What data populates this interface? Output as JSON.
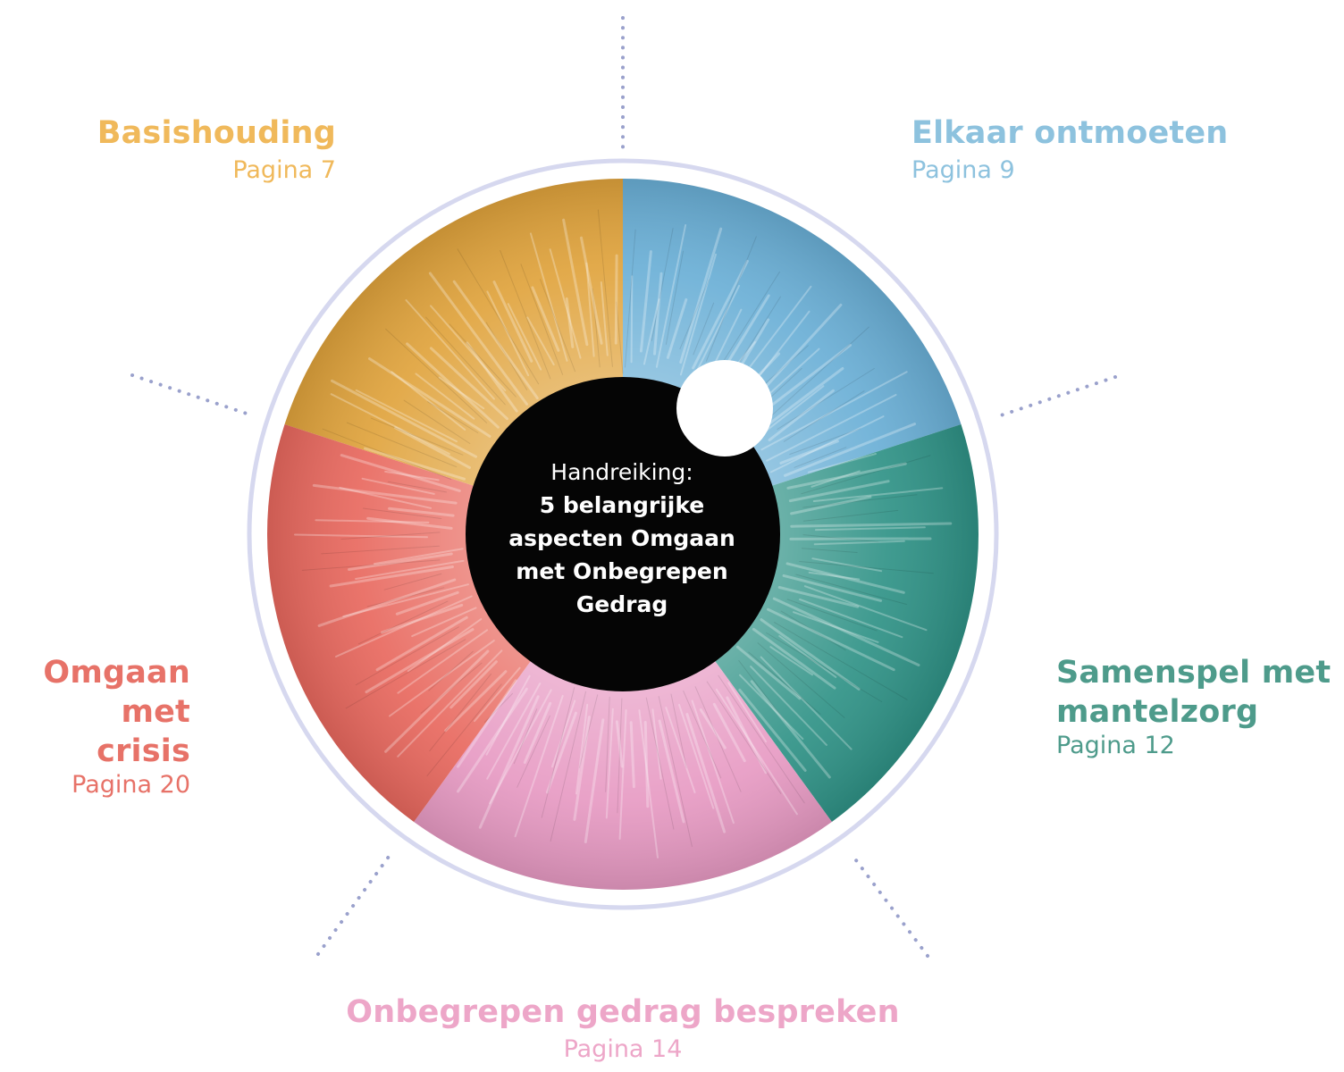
{
  "center": {
    "title": "Handreiking:",
    "subtitle": "5 belangrijke aspecten Omgaan met Onbegrepen Gedrag"
  },
  "segments": [
    {
      "id": "basishouding",
      "title": "Basishouding",
      "page": "Pagina 7",
      "color": "#F0B95B",
      "fill": "#E0A33C"
    },
    {
      "id": "elkaar-ontmoeten",
      "title": "Elkaar ontmoeten",
      "page": "Pagina 9",
      "color": "#8DC2DE",
      "fill": "#6AAFD6"
    },
    {
      "id": "samenspel",
      "title": "Samenspel met mantelzorg",
      "page": "Pagina 12",
      "color": "#4E9B8B",
      "fill": "#2F9286"
    },
    {
      "id": "onbegrepen-gedrag",
      "title": "Onbegrepen gedrag bespreken",
      "page": "Pagina 14",
      "color": "#EDA6C8",
      "fill": "#E79AC3"
    },
    {
      "id": "crisis",
      "title": "Omgaan met crisis",
      "page": "Pagina 20",
      "color": "#E77268",
      "fill": "#E8685E"
    }
  ],
  "colors": {
    "ring": "#D6D8EF",
    "dots": "#9AA1CC",
    "center": "#050505"
  }
}
